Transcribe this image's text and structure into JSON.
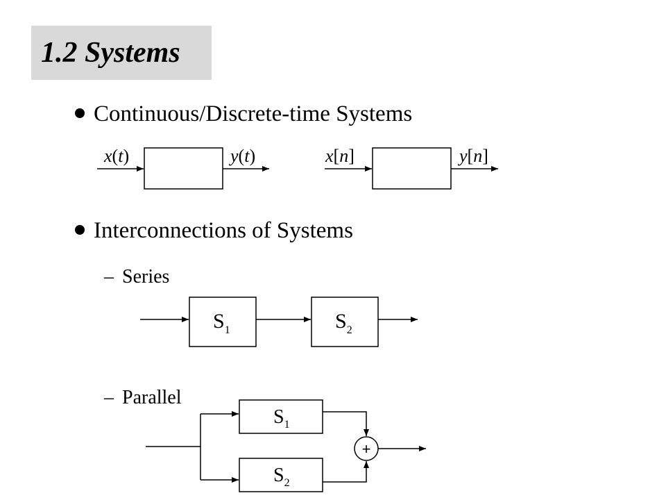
{
  "title": "1.2 Systems",
  "bullets": [
    "Continuous/Discrete-time Systems",
    "Interconnections of Systems"
  ],
  "sub_items": {
    "series": "Series",
    "parallel": "Parallel",
    "dash": "–"
  },
  "signals": {
    "continuous_in": {
      "fn": "x",
      "open": "(",
      "arg": "t",
      "close": ")"
    },
    "continuous_out": {
      "fn": "y",
      "open": "(",
      "arg": "t",
      "close": ")"
    },
    "discrete_in": {
      "fn": "x",
      "open": "[",
      "arg": "n",
      "close": "]"
    },
    "discrete_out": {
      "fn": "y",
      "open": "[",
      "arg": "n",
      "close": "]"
    }
  },
  "blocks": {
    "s1": {
      "base": "S",
      "sub": "1"
    },
    "s2": {
      "base": "S",
      "sub": "2"
    }
  },
  "adder_symbol": "+"
}
